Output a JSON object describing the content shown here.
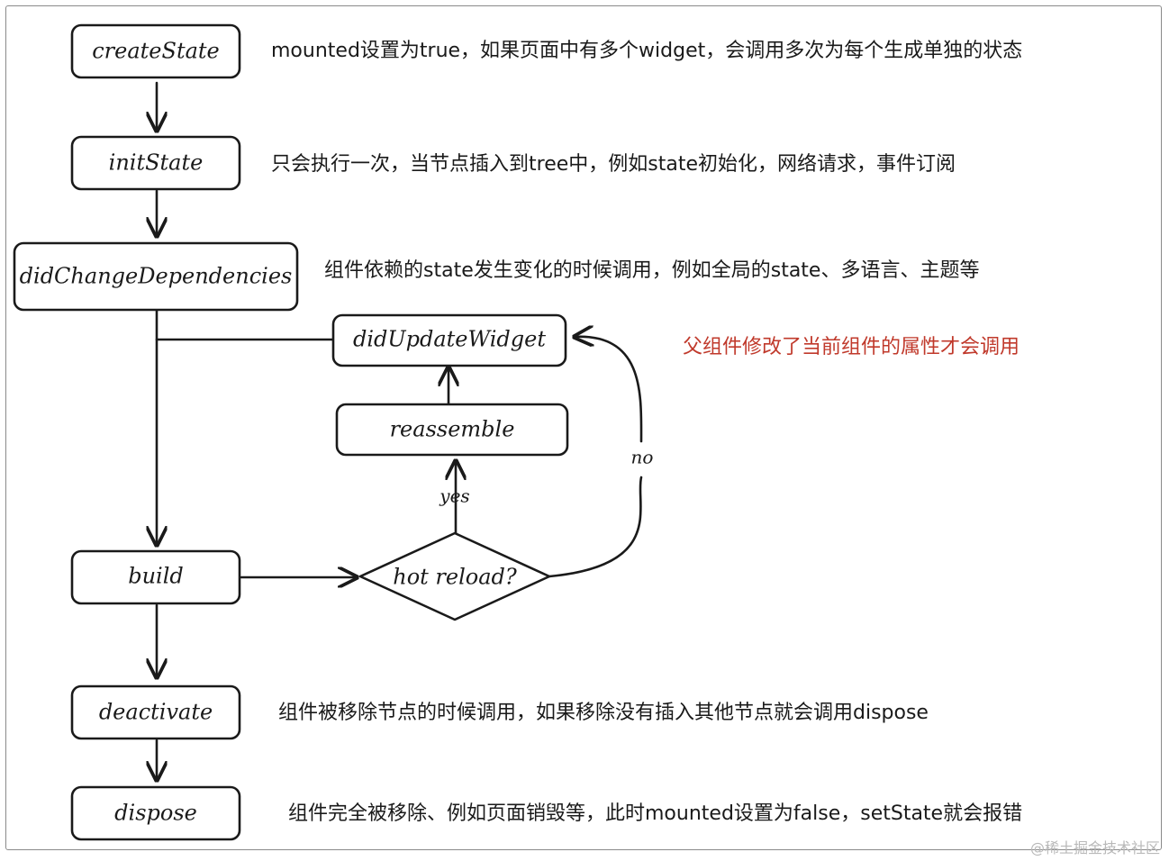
{
  "nodes": {
    "create_state": "createState",
    "init_state": "initState",
    "did_change_dependencies": "didChangeDependencies",
    "did_update_widget": "didUpdateWidget",
    "reassemble": "reassemble",
    "build": "build",
    "hot_reload": "hot reload?",
    "deactivate": "deactivate",
    "dispose": "dispose"
  },
  "branches": {
    "yes": "yes",
    "no": "no"
  },
  "notes": {
    "create_state": "mounted设置为true，如果页面中有多个widget，会调用多次为每个生成单独的状态",
    "init_state": "只会执行一次，当节点插入到tree中，例如state初始化，网络请求，事件订阅",
    "did_change_dependencies": "组件依赖的state发生变化的时候调用，例如全局的state、多语言、主题等",
    "did_update_widget": "父组件修改了当前组件的属性才会调用",
    "deactivate": "组件被移除节点的时候调用，如果移除没有插入其他节点就会调用dispose",
    "dispose": "组件完全被移除、例如页面销毁等，此时mounted设置为false，setState就会报错"
  },
  "colors": {
    "ink": "#1a1a1a",
    "highlight_note": "#c0392b",
    "watermark": "#b9b9b9"
  },
  "watermark": "@稀土掘金技术社区"
}
